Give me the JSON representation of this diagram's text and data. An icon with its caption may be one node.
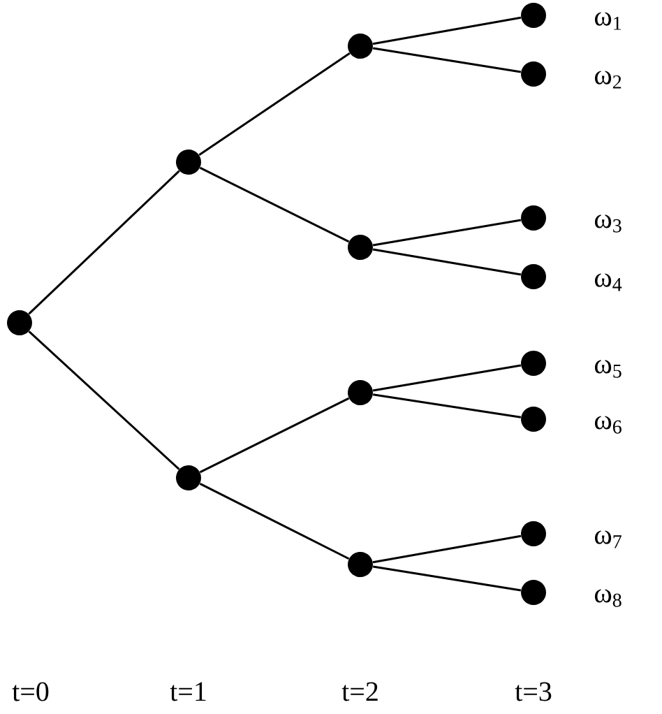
{
  "diagram": {
    "nodes": [
      {
        "text": [],
        "shape": "circle"
      },
      {
        "text": [],
        "shape": "circle"
      },
      {
        "text": [],
        "shape": "circle"
      },
      {
        "text": [],
        "shape": "circle"
      },
      {
        "text": [],
        "shape": "circle"
      },
      {
        "text": [],
        "shape": "circle"
      },
      {
        "text": [],
        "shape": "circle"
      },
      {
        "text": [],
        "shape": "circle",
        "beside": [
          "ω$_{1}$"
        ]
      },
      {
        "text": [],
        "shape": "circle",
        "beside": [
          "ω$_{2}$"
        ]
      },
      {
        "text": [],
        "shape": "circle",
        "beside": [
          "ω$_{3}$"
        ]
      },
      {
        "text": [],
        "shape": "circle",
        "beside": [
          "ω$_{4}$"
        ]
      },
      {
        "text": [],
        "shape": "circle",
        "beside": [
          "ω$_{5}$"
        ]
      },
      {
        "text": [],
        "shape": "circle",
        "beside": [
          "ω$_{6}$"
        ]
      },
      {
        "text": [],
        "shape": "circle",
        "beside": [
          "ω$_{7}$"
        ]
      },
      {
        "text": [],
        "shape": "circle",
        "beside": [
          "ω$_{8}$"
        ]
      }
    ],
    "edges": [
      {
        "from": 0,
        "to": 1,
        "arrow": "none"
      },
      {
        "from": 0,
        "to": 2,
        "arrow": "none"
      },
      {
        "from": 1,
        "to": 3,
        "arrow": "none"
      },
      {
        "from": 1,
        "to": 4,
        "arrow": "none"
      },
      {
        "from": 2,
        "to": 5,
        "arrow": "none"
      },
      {
        "from": 2,
        "to": 6,
        "arrow": "none"
      },
      {
        "from": 3,
        "to": 7,
        "arrow": "none"
      },
      {
        "from": 3,
        "to": 8,
        "arrow": "none"
      },
      {
        "from": 4,
        "to": 9,
        "arrow": "none"
      },
      {
        "from": 4,
        "to": 10,
        "arrow": "none"
      },
      {
        "from": 5,
        "to": 11,
        "arrow": "none"
      },
      {
        "from": 5,
        "to": 12,
        "arrow": "none"
      },
      {
        "from": 6,
        "to": 13,
        "arrow": "none"
      },
      {
        "from": 6,
        "to": 14,
        "arrow": "none"
      }
    ],
    "labels": [
      "t=0",
      "t=1",
      "t=2",
      "t=3"
    ]
  }
}
